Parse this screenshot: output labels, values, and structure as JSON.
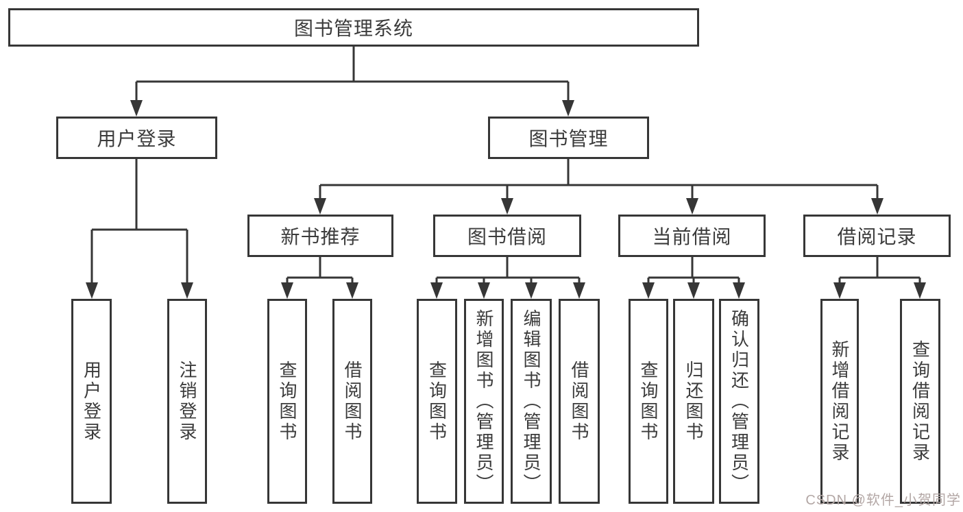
{
  "nodes": {
    "root": "图书管理系统",
    "user_login": "用户登录",
    "book_mgmt": "图书管理",
    "new_book_rec": "新书推荐",
    "book_borrow": "图书借阅",
    "current_borrow": "当前借阅",
    "borrow_record": "借阅记录",
    "leaf_user_login": "用户登录",
    "leaf_logout": "注销登录",
    "leaf_query_book_1": "查询图书",
    "leaf_borrow_book_1": "借阅图书",
    "leaf_query_book_2": "查询图书",
    "leaf_add_book": "新增图书（管理员）",
    "leaf_edit_book": "编辑图书（管理员）",
    "leaf_borrow_book_2": "借阅图书",
    "leaf_query_book_3": "查询图书",
    "leaf_return_book": "归还图书",
    "leaf_confirm_return": "确认归还（管理员）",
    "leaf_add_record": "新增借阅记录",
    "leaf_query_record": "查询借阅记录"
  },
  "colors": {
    "line": "#363636",
    "text": "#3b3b3b",
    "background": "#ffffff",
    "watermark": "#b3a7a5"
  },
  "watermark": {
    "text": "CSDN @软件_小贺同学"
  }
}
